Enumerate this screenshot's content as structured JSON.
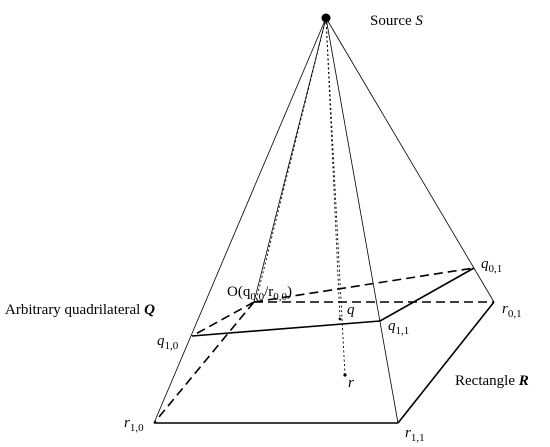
{
  "labels": {
    "source": "Source ",
    "source_sym": "S",
    "origin_open": "O(q",
    "origin_sub1": "0,0",
    "origin_slash": "/r",
    "origin_sub2": "0,0",
    "origin_close": ")",
    "quad": "Arbitrary quadrilateral ",
    "quad_sym": "Q",
    "rect": "Rectangle ",
    "rect_sym": "R",
    "q_point": "q",
    "r_point": "r",
    "q10": "q",
    "q10_sub": "1,0",
    "q01": "q",
    "q01_sub": "0,1",
    "q11": "q",
    "q11_sub": "1,1",
    "r10": "r",
    "r10_sub": "1,0",
    "r01": "r",
    "r01_sub": "0,1",
    "r11": "r",
    "r11_sub": "1,1"
  }
}
